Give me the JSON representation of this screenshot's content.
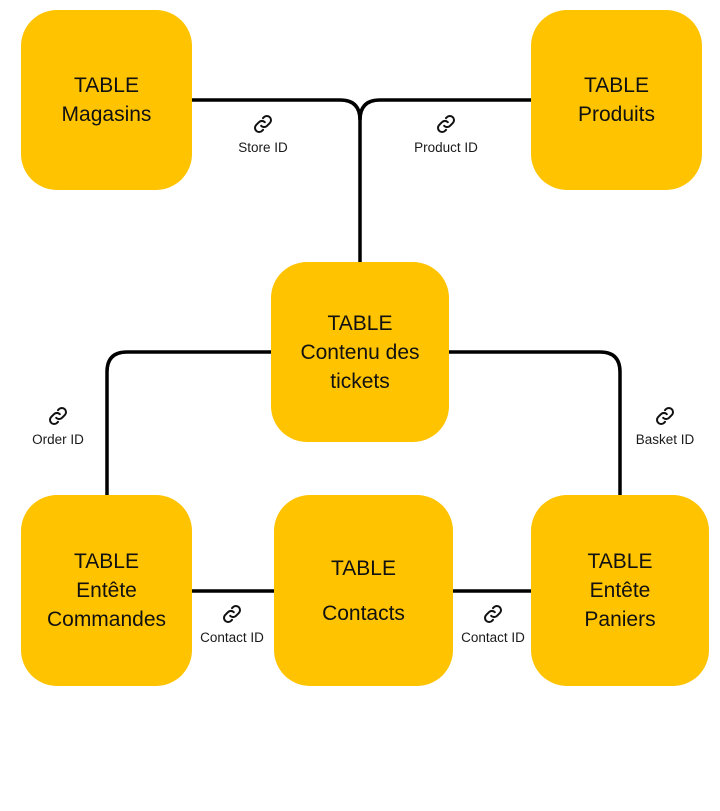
{
  "colors": {
    "node_fill": "#ffc300",
    "connector": "#000000",
    "text": "#111111"
  },
  "nodes": {
    "magasins": {
      "line1": "TABLE",
      "line2": "Magasins"
    },
    "produits": {
      "line1": "TABLE",
      "line2": "Produits"
    },
    "contenu": {
      "line1": "TABLE",
      "line2": "Contenu des",
      "line3": "tickets"
    },
    "commandes": {
      "line1": "TABLE",
      "line2": "Entête",
      "line3": "Commandes"
    },
    "contacts": {
      "line1": "TABLE",
      "line2": "Contacts"
    },
    "paniers": {
      "line1": "TABLE",
      "line2": "Entête",
      "line3": "Paniers"
    }
  },
  "links": {
    "store": {
      "label": "Store ID",
      "icon": "link-icon"
    },
    "product": {
      "label": "Product ID",
      "icon": "link-icon"
    },
    "order": {
      "label": "Order ID",
      "icon": "link-icon"
    },
    "basket": {
      "label": "Basket ID",
      "icon": "link-icon"
    },
    "contact_left": {
      "label": "Contact ID",
      "icon": "link-icon"
    },
    "contact_right": {
      "label": "Contact ID",
      "icon": "link-icon"
    }
  }
}
